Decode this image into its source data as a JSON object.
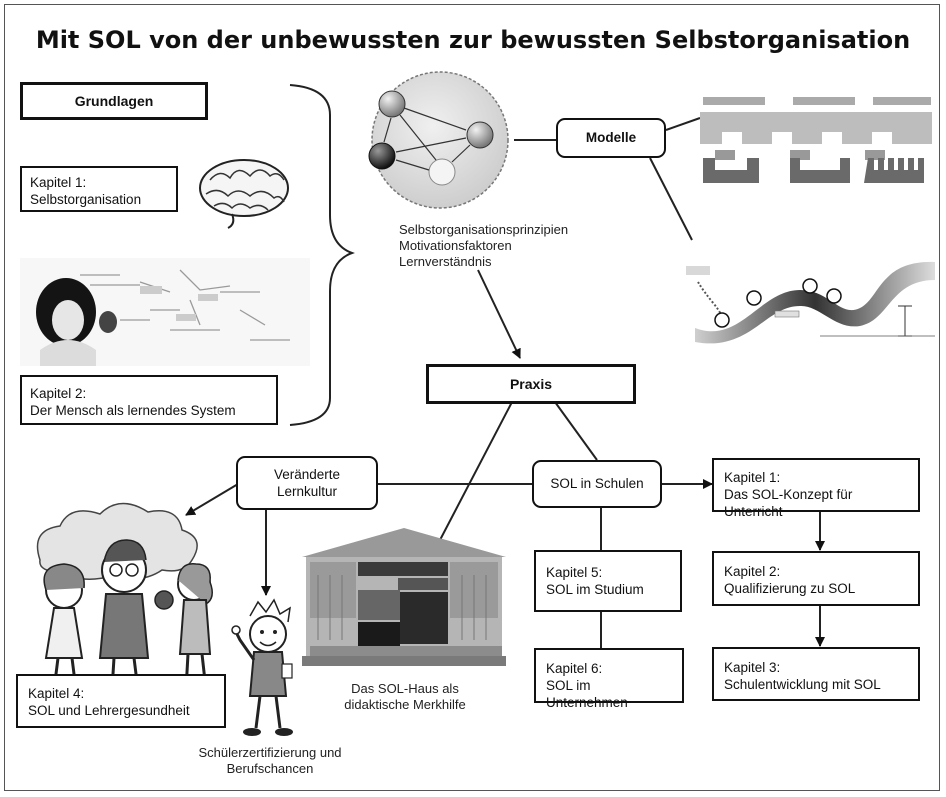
{
  "title": "Mit SOL von der unbewussten zur bewussten Selbstorganisation",
  "grundlagen": {
    "header": "Grundlagen",
    "kapitel1_line1": "Kapitel 1:",
    "kapitel1_line2": "Selbstorganisation",
    "kapitel2_line1": "Kapitel 2:",
    "kapitel2_line2": "Der Mensch als lernendes System"
  },
  "principles": {
    "line1": "Selbstorganisationsprinzipien",
    "line2": "Motivationsfaktoren",
    "line3": "Lernverständnis"
  },
  "modelle": "Modelle",
  "praxis": "Praxis",
  "lernkultur": {
    "line1": "Veränderte",
    "line2": "Lernkultur"
  },
  "sol_schulen": "SOL in Schulen",
  "kapitel_right": [
    {
      "line1": "Kapitel 1:",
      "line2": "Das SOL-Konzept für Unterricht"
    },
    {
      "line1": "Kapitel 2:",
      "line2": "Qualifizierung zu SOL"
    },
    {
      "line1": "Kapitel 3:",
      "line2": "Schulentwicklung mit SOL"
    }
  ],
  "kapitel_middle": [
    {
      "line1": "Kapitel 5:",
      "line2": "SOL im Studium"
    },
    {
      "line1": "Kapitel 6:",
      "line2": "SOL im Unternehmen"
    }
  ],
  "kapitel4": {
    "line1": "Kapitel 4:",
    "line2": "SOL und Lehrergesundheit"
  },
  "sol_haus": {
    "line1": "Das SOL-Haus als",
    "line2": "didaktische Merkhilfe"
  },
  "zertifizierung": {
    "line1": "Schülerzertifizierung und",
    "line2": "Berufschancen"
  },
  "icons": {
    "brain": "brain-icon",
    "girl_photo": "girl-whiteboard-photo",
    "sphere_diagram": "self-organization-spheres-illustration",
    "teacher_model": "teacher-pattern-model-illustration",
    "comfort_curve": "comfort-zone-wave-illustration",
    "sol_house": "sol-house-illustration",
    "teachers": "teachers-cartoon",
    "student": "student-thumbs-up-cartoon"
  },
  "colors": {
    "ink": "#111111",
    "line": "#222222",
    "frame": "#555555",
    "background": "#ffffff"
  }
}
